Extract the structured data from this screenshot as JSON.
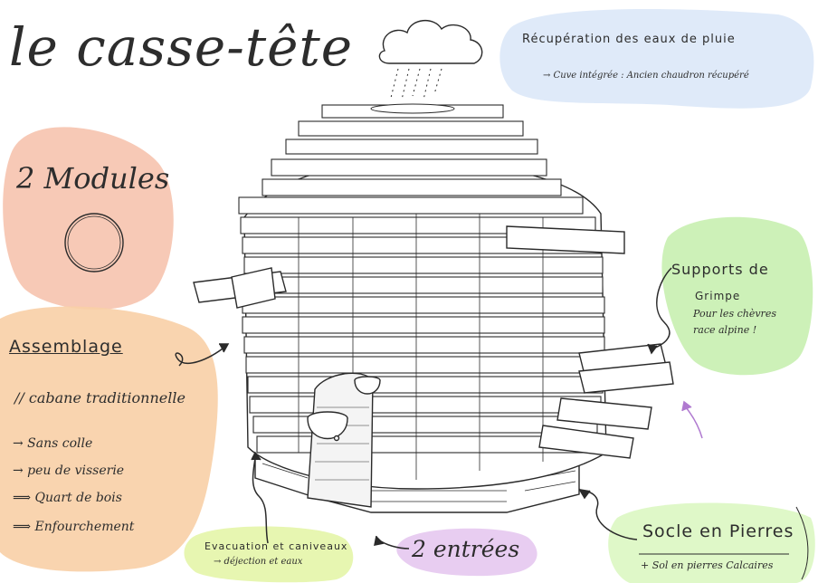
{
  "title": "le casse-tête",
  "rain": {
    "title": "Récupération des eaux de pluie",
    "subtitle": "→ Cuve intégrée : Ancien chaudron récupéré",
    "cloud_icon": "cloud-rain-icon"
  },
  "modules": {
    "title": "2 Modules",
    "icon": "circle-ring-icon"
  },
  "assemblage": {
    "title": "Assemblage",
    "subtitle": "// cabane traditionnelle",
    "items": [
      "→ Sans colle",
      "→ peu de visserie",
      "⟹ Quart de bois",
      "⟹ Enfourchement"
    ]
  },
  "supports": {
    "title": "Supports de",
    "line2": "Grimpe",
    "line3": "Pour les chèvres",
    "line4": "race alpine !"
  },
  "evacuation": {
    "title": "Evacuation et caniveaux",
    "subtitle": "→ déjection et eaux"
  },
  "entrees": "2 entrées",
  "socle": {
    "title": "Socle en Pierres",
    "subtitle": "+ Sol en pierres Calcaires"
  },
  "colors": {
    "rain_blob": "#dbe8f8",
    "modules_blob": "#f6c3ae",
    "assemblage_blob": "#f8cfa6",
    "supports_blob": "#c8f0b0",
    "evacuation_blob": "#e4f5a8",
    "entrees_blob": "#e6c8f0",
    "socle_blob": "#dcf7c2",
    "pink_arrow": "#b07ad0"
  }
}
